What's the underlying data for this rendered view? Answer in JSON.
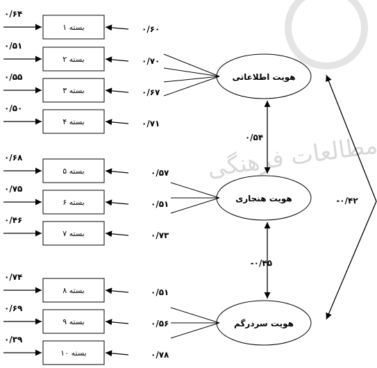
{
  "boxes": [
    {
      "label": "بسته ۱",
      "error": "۰/۶۴",
      "loading": "۰/۶۰"
    },
    {
      "label": "بسته ۲",
      "error": "۰/۵۱",
      "loading": "۰/۷۰"
    },
    {
      "label": "بسته ۳",
      "error": "۰/۵۵",
      "loading": "۰/۶۷"
    },
    {
      "label": "بسته ۴",
      "error": "۰/۵۰",
      "loading": "۰/۷۱"
    },
    {
      "label": "بسته ۵",
      "error": "۰/۶۸",
      "loading": "۰/۵۷"
    },
    {
      "label": "بسته ۶",
      "error": "۰/۷۵",
      "loading": "۰/۵۱"
    },
    {
      "label": "بسته ۷",
      "error": "۰/۴۶",
      "loading": "۰/۷۳"
    },
    {
      "label": "بسته ۸",
      "error": "۰/۷۴",
      "loading": "۰/۵۱"
    },
    {
      "label": "بسته ۹",
      "error": "۰/۶۹",
      "loading": "۰/۵۶"
    },
    {
      "label": "بسته ۱۰",
      "error": "۰/۳۹",
      "loading": "۰/۷۸"
    }
  ],
  "factors": [
    {
      "label": "هویت اطلاعاتی"
    },
    {
      "label": "هویت هنجاری"
    },
    {
      "label": "هویت سردرگم"
    }
  ],
  "correlations": {
    "informational_normative": "۰/۵۴",
    "normative_diffuse": "-۰/۴۵",
    "informational_diffuse": "-۰/۴۲"
  },
  "watermark": "مطالعات فرهنگی"
}
